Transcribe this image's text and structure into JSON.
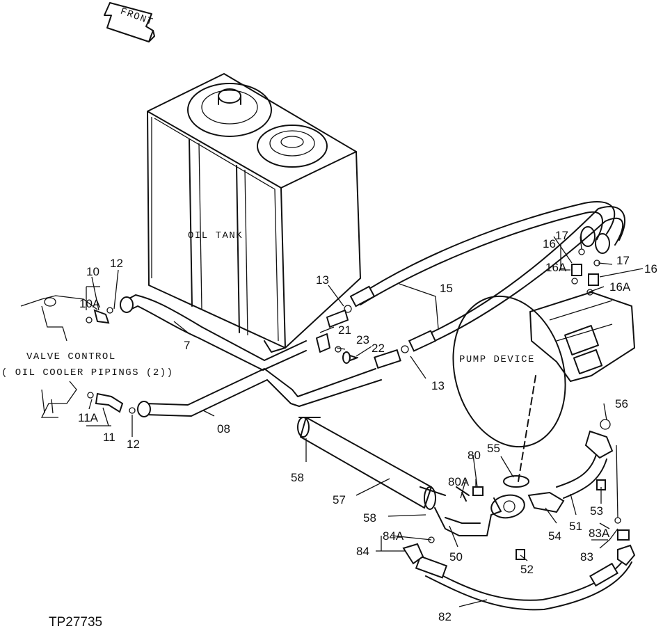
{
  "figure_id": "TP27735",
  "direction_label": "FRONT",
  "labels": {
    "oil_tank": "OIL TANK",
    "pump_device": "PUMP DEVICE",
    "valve_control": "VALVE CONTROL",
    "oil_cooler_pipings": "( OIL COOLER PIPINGS (2))"
  },
  "callouts": {
    "c10": "10",
    "c10a": "10A",
    "c12a": "12",
    "c12b": "12",
    "c7": "7",
    "c08": "08",
    "c11": "11",
    "c11a": "11A",
    "c13a": "13",
    "c13b": "13",
    "c15": "15",
    "c16a": "16",
    "c16b": "16",
    "c16c": "16A",
    "c16d": "16A",
    "c17a": "17",
    "c17b": "17",
    "c21": "21",
    "c22": "22",
    "c23": "23",
    "c50": "50",
    "c51": "51",
    "c52": "52",
    "c53": "53",
    "c54": "54",
    "c55": "55",
    "c56": "56",
    "c57": "57",
    "c58a": "58",
    "c58b": "58",
    "c80": "80",
    "c80a": "80A",
    "c82": "82",
    "c83": "83",
    "c83a": "83A",
    "c84": "84",
    "c84a": "84A"
  }
}
